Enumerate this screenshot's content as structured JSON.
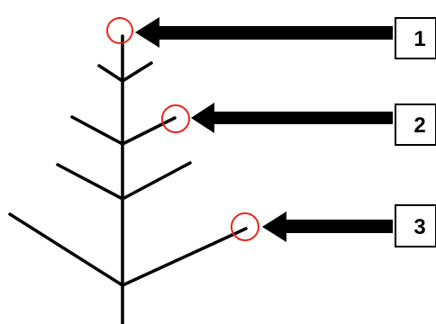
{
  "diagram": {
    "tree": {
      "line_color": "#000000"
    },
    "markers": {
      "circle_color": "#e8281e",
      "arrow_color": "#000000"
    },
    "labels": [
      {
        "id": "label-1",
        "text": "1"
      },
      {
        "id": "label-2",
        "text": "2"
      },
      {
        "id": "label-3",
        "text": "3"
      }
    ]
  }
}
